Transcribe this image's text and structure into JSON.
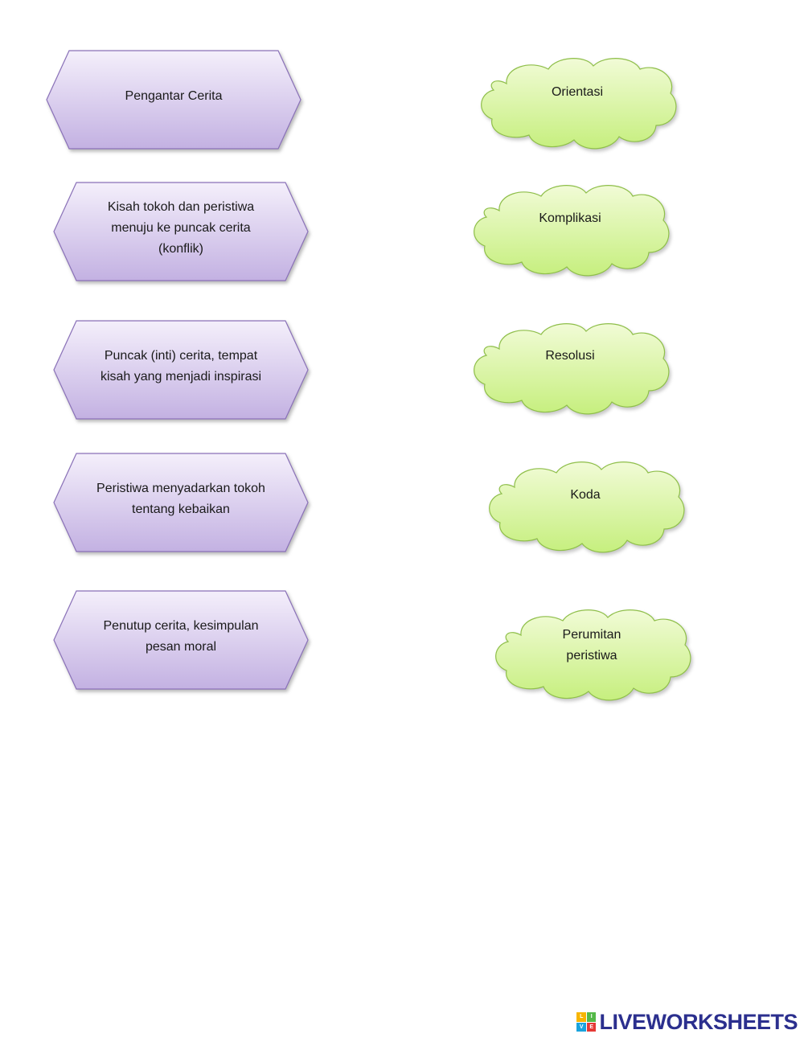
{
  "colors": {
    "hex_fill_top": "#f4effb",
    "hex_fill_bottom": "#c3b1e2",
    "hex_stroke": "#8a71b8",
    "cloud_fill_top": "#f1fbd6",
    "cloud_fill_bottom": "#c6ef7e",
    "cloud_stroke": "#8fbf4a",
    "logo_text": "#2b2f8e"
  },
  "descriptions": [
    {
      "lines": [
        "Pengantar Cerita"
      ]
    },
    {
      "lines": [
        "Kisah tokoh dan peristiwa",
        "menuju ke puncak cerita",
        "(konflik)"
      ]
    },
    {
      "lines": [
        "Puncak (inti) cerita, tempat",
        "kisah yang menjadi inspirasi"
      ]
    },
    {
      "lines": [
        "Peristiwa menyadarkan tokoh",
        "tentang kebaikan"
      ]
    },
    {
      "lines": [
        "Penutup cerita, kesimpulan",
        "pesan moral"
      ]
    }
  ],
  "terms": [
    {
      "lines": [
        "Orientasi"
      ]
    },
    {
      "lines": [
        "Komplikasi"
      ]
    },
    {
      "lines": [
        "Resolusi"
      ]
    },
    {
      "lines": [
        "Koda"
      ]
    },
    {
      "lines": [
        "Perumitan",
        "peristiwa"
      ]
    }
  ],
  "footer": {
    "logo_letters": [
      "L",
      "I",
      "V",
      "E"
    ],
    "logo_colors": [
      "#f7b500",
      "#54b948",
      "#1aa3dd",
      "#e53935"
    ],
    "brand": "LIVEWORKSHEETS"
  }
}
